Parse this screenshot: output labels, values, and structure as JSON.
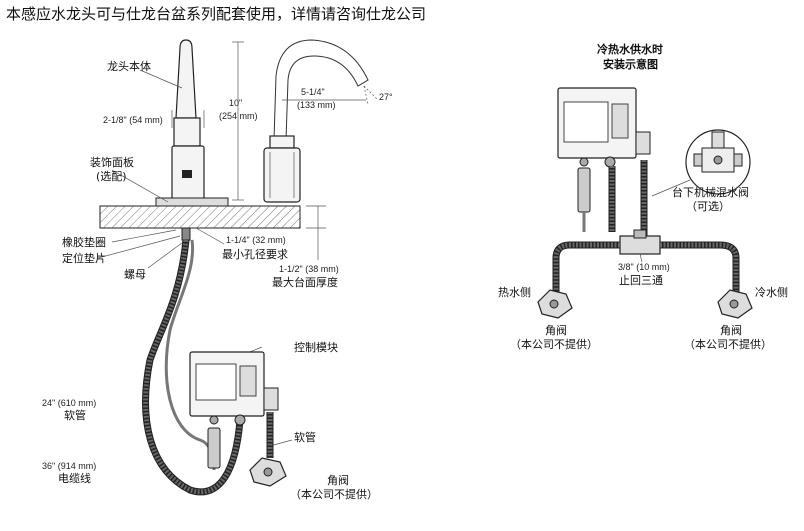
{
  "header": "本感应水龙头可与仕龙台盆系列配套使用，详情请咨询仕龙公司",
  "left": {
    "faucet_body": "龙头本体",
    "dim_width": "2-1/8\" (54 mm)",
    "dim_height_in": "10\"",
    "dim_height_mm": "(254 mm)",
    "dim_reach_in": "5-1/4\"",
    "dim_reach_mm": "(133 mm)",
    "angle": "27°",
    "trim_plate_1": "装饰面板",
    "trim_plate_2": "(选配)",
    "gasket": "橡胶垫圈",
    "locating_pad": "定位垫片",
    "nut": "螺母",
    "dim_hole": "1-1/4\" (32 mm)",
    "min_hole": "最小孔径要求",
    "dim_deck": "1-1/2\" (38 mm)",
    "max_deck": "最大台面厚度",
    "control_module": "控制模块",
    "hose_len": "24\" (610 mm)",
    "hose": "软管",
    "cable_len": "36\" (914 mm)",
    "cable": "电缆线",
    "hose2": "软管",
    "angle_valve": "角阀",
    "not_supplied": "（本公司不提供）"
  },
  "right": {
    "title_1": "冷热水供水时",
    "title_2": "安装示意图",
    "mixing_valve_1": "台下机械混水阀",
    "mixing_valve_2": "（可选）",
    "hot_side": "热水侧",
    "cold_side": "冷水侧",
    "tee_dim": "3/8\" (10 mm)",
    "check_tee": "止回三通",
    "angle_valve_l": "角阀",
    "not_supplied_l": "（本公司不提供）",
    "angle_valve_r": "角阀",
    "not_supplied_r": "（本公司不提供）"
  }
}
